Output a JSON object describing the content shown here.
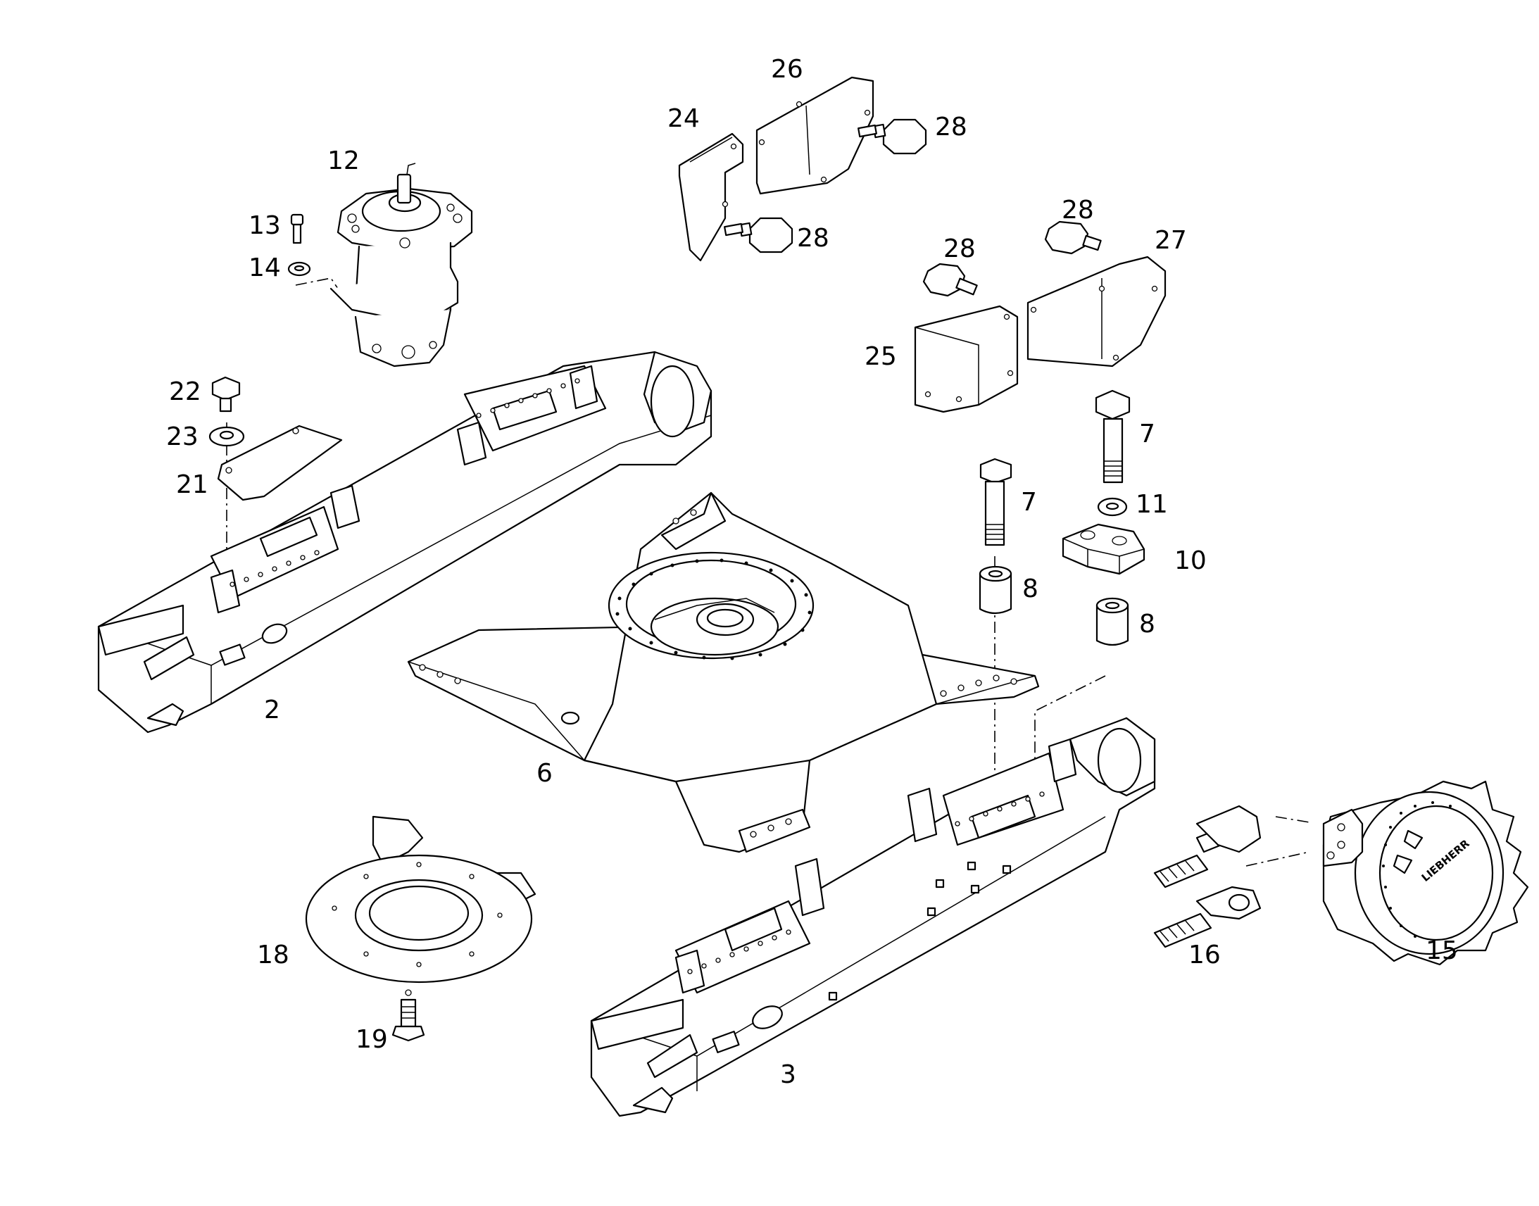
{
  "diagram": {
    "callouts": {
      "n2": "2",
      "n3": "3",
      "n6": "6",
      "n7a": "7",
      "n7b": "7",
      "n8a": "8",
      "n8b": "8",
      "n10": "10",
      "n11": "11",
      "n12": "12",
      "n13": "13",
      "n14": "14",
      "n15": "15",
      "n16": "16",
      "n18": "18",
      "n19": "19",
      "n21": "21",
      "n22": "22",
      "n23": "23",
      "n24": "24",
      "n25": "25",
      "n26": "26",
      "n27": "27",
      "n28a": "28",
      "n28b": "28",
      "n28c": "28",
      "n28d": "28"
    },
    "sprocket_brand": "LIEBHERR",
    "colors": {
      "line": "#000000",
      "background": "#ffffff"
    }
  }
}
